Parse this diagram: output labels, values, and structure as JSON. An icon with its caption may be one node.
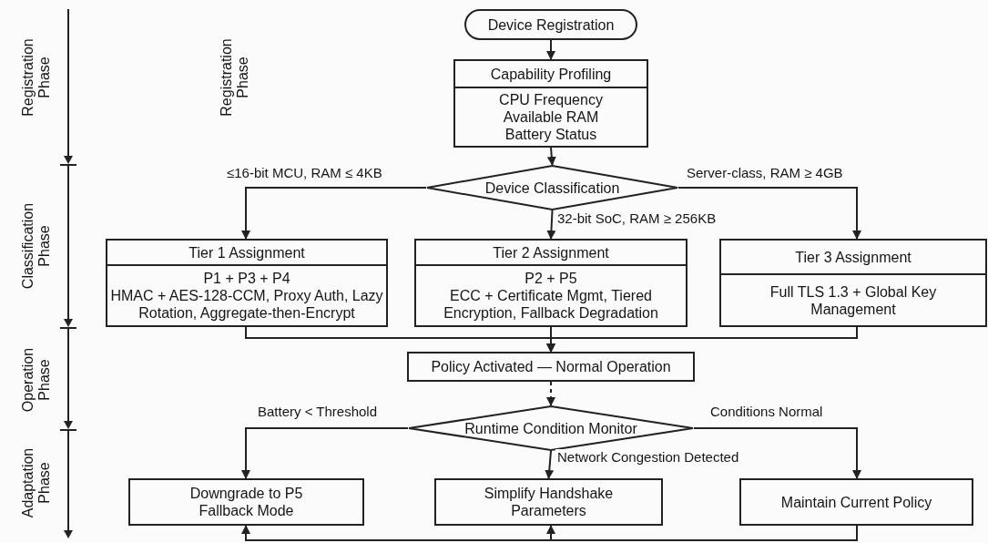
{
  "diagram": {
    "nodes": [
      {
        "text": [
          "Device Registration"
        ]
      },
      {
        "text": [
          "Capability Profiling",
          "CPU Frequency Available RAM Battery Status"
        ]
      },
      {
        "text": [
          "Device Classification"
        ]
      },
      {
        "text": [
          "Tier 1 Assignment",
          "P1 + P3 + P4",
          "HMAC + AES-128-CCM, Proxy Auth, Lazy Rotation, Aggregate-then-Encrypt"
        ]
      },
      {
        "text": [
          "Tier 2 Assignment",
          "P2 + P5",
          "ECC + Certificate Mgmt, Tiered Encryption, Fallback Degradation"
        ]
      },
      {
        "text": [
          "Tier 3 Assignment",
          "Full TLS 1.3 + Global Key Management"
        ]
      },
      {
        "text": [
          "Policy Activated — Normal Operation"
        ]
      },
      {
        "text": [
          "Runtime Condition Monitor"
        ]
      },
      {
        "text": [
          "Downgrade to P5 Fallback Mode"
        ]
      },
      {
        "text": [
          "Simplify Handshake Parameters"
        ]
      },
      {
        "text": [
          "Maintain Current Policy"
        ]
      }
    ],
    "edges": [
      {
        "from": 0,
        "to": 1,
        "arrow": "to"
      },
      {
        "from": 1,
        "to": 2,
        "arrow": "to"
      },
      {
        "from": 2,
        "to": 3,
        "arrow": "to",
        "label": "≤16-bit MCU, RAM ≤ 4KB"
      },
      {
        "from": 2,
        "to": 4,
        "arrow": "to",
        "label": "32-bit SoC, RAM ≥ 256KB"
      },
      {
        "from": 2,
        "to": 5,
        "arrow": "to",
        "label": "Server-class, RAM ≥ 4GB"
      },
      {
        "from": 3,
        "to": 6,
        "arrow": "to"
      },
      {
        "from": 4,
        "to": 6,
        "arrow": "to"
      },
      {
        "from": 5,
        "to": 6,
        "arrow": "to"
      },
      {
        "from": 6,
        "to": 7,
        "arrow": "to",
        "style": "dashed"
      },
      {
        "from": 7,
        "to": 8,
        "arrow": "to",
        "label": "Battery < Threshold"
      },
      {
        "from": 7,
        "to": 9,
        "arrow": "to",
        "label": "Network Congestion Detected"
      },
      {
        "from": 7,
        "to": 10,
        "arrow": "to",
        "label": "Conditions Normal"
      },
      {
        "from": 10,
        "to": 8,
        "arrow": "to"
      },
      {
        "from": 10,
        "to": 9,
        "arrow": "to"
      }
    ],
    "labels": [
      "Registration Phase",
      "Registration Phase",
      "Classification Phase",
      "Operation Phase",
      "Adaptation Phase"
    ]
  }
}
